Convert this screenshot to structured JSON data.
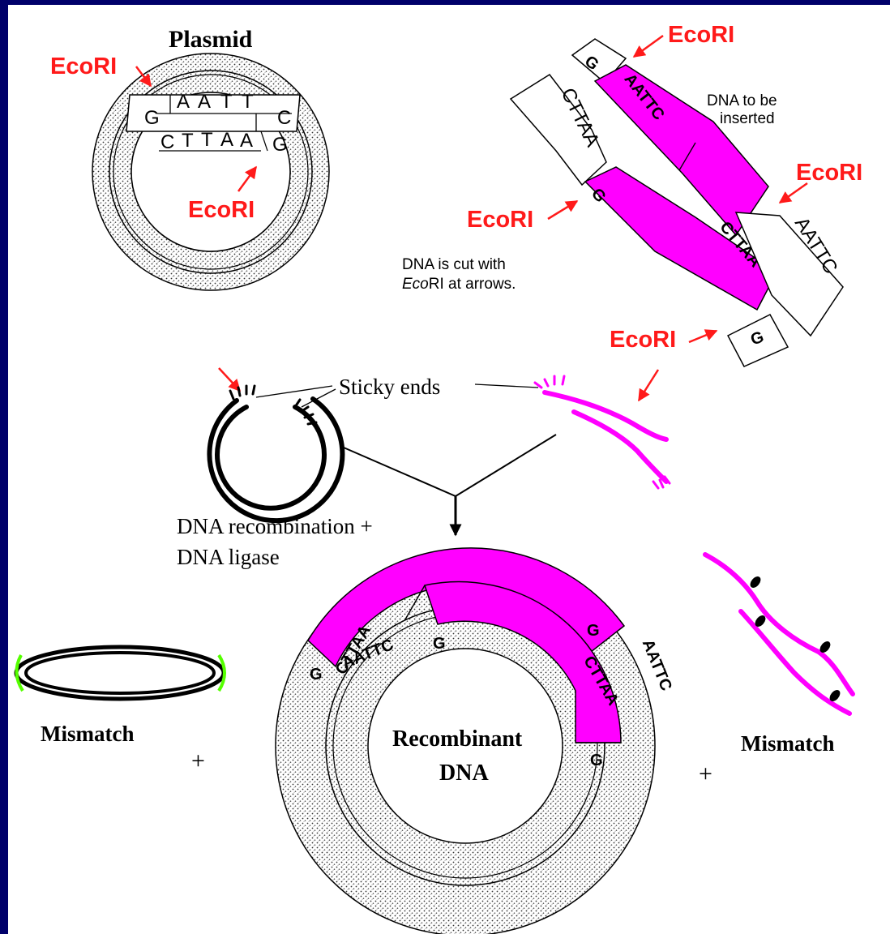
{
  "plasmid_title": "Plasmid",
  "enzyme_label": "EcoRI",
  "plasmid_top_bases": [
    "G",
    "A",
    "A",
    "T",
    "T",
    "C"
  ],
  "plasmid_bottom_bases": [
    "C",
    "T",
    "T",
    "A",
    "A",
    "G"
  ],
  "insert_note": [
    "DNA to be",
    "inserted"
  ],
  "cut_note_line1": "DNA is cut with",
  "cut_note_line2_italic": "Eco",
  "cut_note_line2_rest": "RI at arrows.",
  "fragment_upper_seq": "AATTC",
  "fragment_lower_seq": "CTTAA",
  "single_g": "G",
  "sticky_ends_label": "Sticky ends",
  "recombination_line1": "DNA recombination +",
  "recombination_line2": "DNA ligase",
  "mismatch_left": "Mismatch",
  "mismatch_right": "Mismatch",
  "plus": "+",
  "recombinant_line1": "Recombinant",
  "recombinant_line2": "DNA",
  "colors": {
    "magenta": "#ff00ff",
    "red_label": "#ff1a1a",
    "border": "#00006a",
    "mismatch_mark": "#55ff00"
  }
}
